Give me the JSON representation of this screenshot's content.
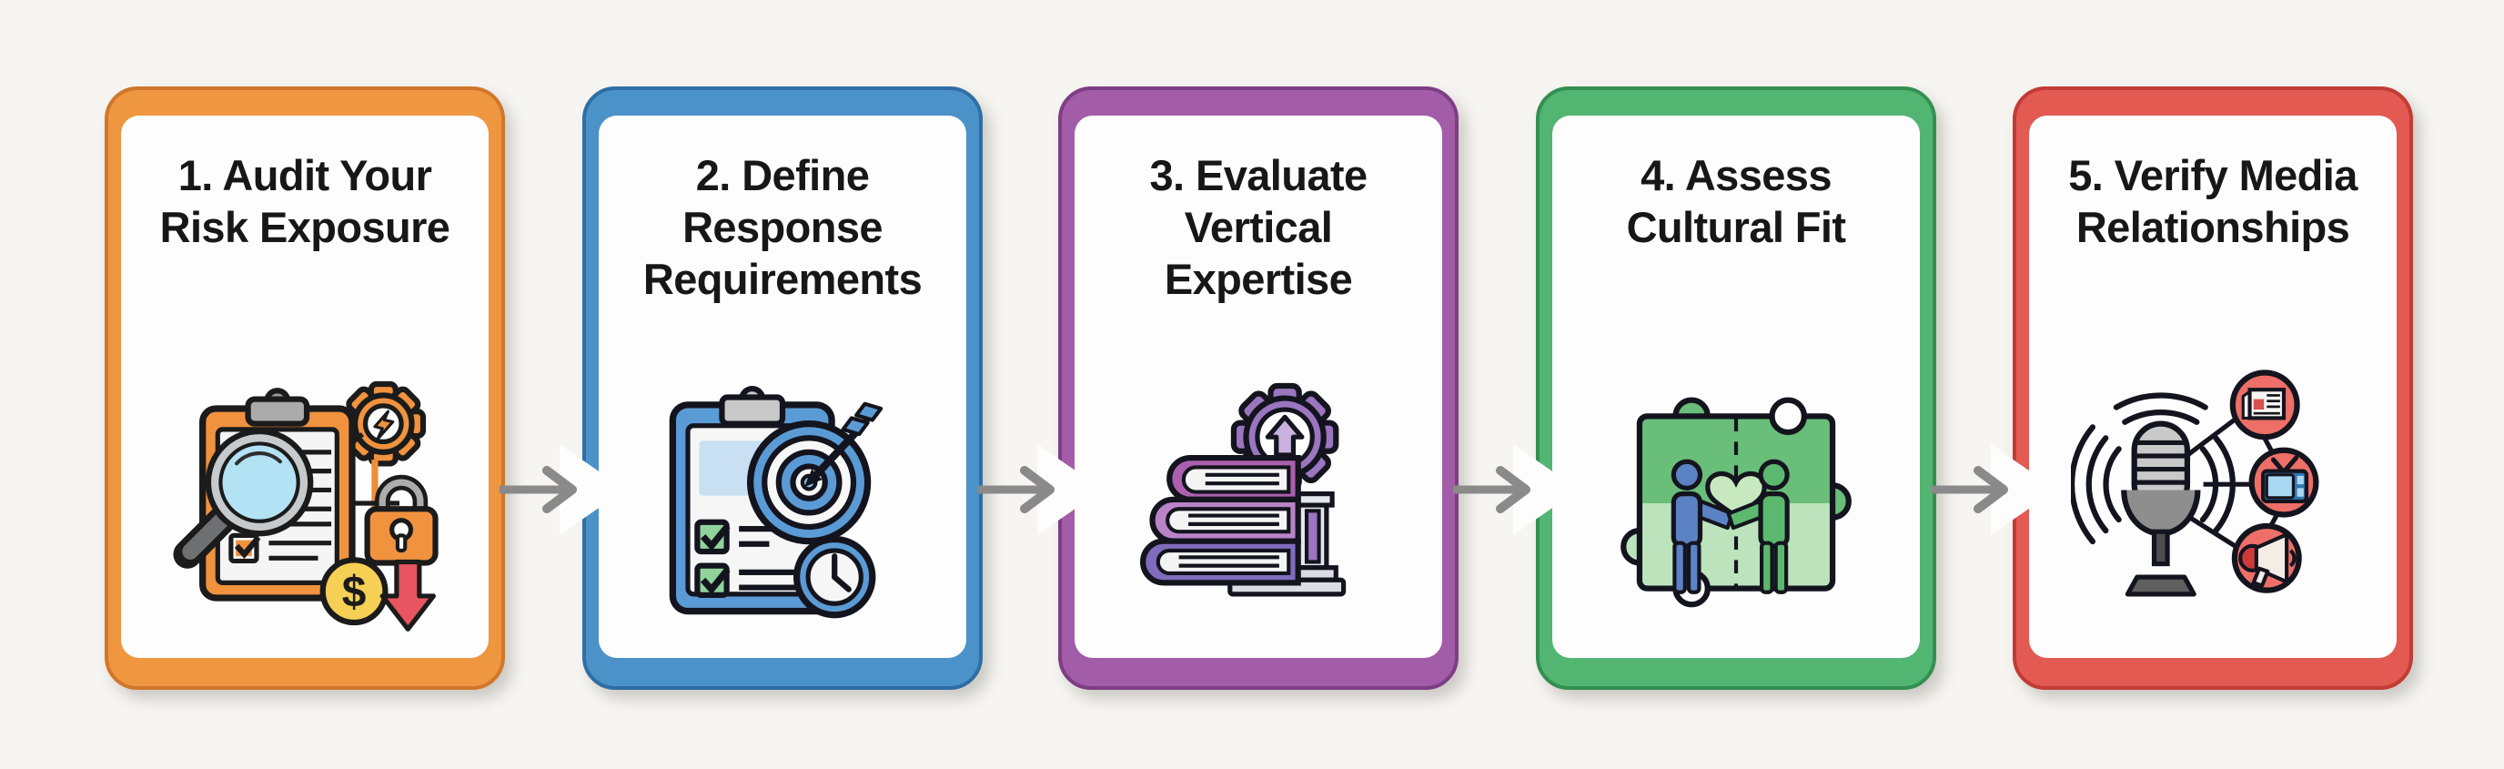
{
  "page": {
    "background_color": "#F7F5F1",
    "card_background": "#FDFDFD",
    "title_color": "#171717",
    "type": "process-flow-infographic"
  },
  "connector": {
    "arrow_color": "#8A8A8A",
    "direction": "left-to-right"
  },
  "steps": [
    {
      "number": "1",
      "title": "1. Audit Your Risk Exposure",
      "title_lines": [
        "1. Audit Your",
        "Risk Exposure"
      ],
      "accent_color": "#EF9640",
      "accent_dark_color": "#D0772B",
      "icon": "audit-risk-clipboard-magnifier-icon"
    },
    {
      "number": "2",
      "title": "2. Define Response Requirements",
      "title_lines": [
        "2. Define",
        "Response",
        "Requirements"
      ],
      "accent_color": "#4B92C8",
      "accent_dark_color": "#2E6EA6",
      "icon": "response-checklist-target-clock-icon"
    },
    {
      "number": "3",
      "title": "3. Evaluate Vertical Expertise",
      "title_lines": [
        "3. Evaluate",
        "Vertical",
        "Expertise"
      ],
      "accent_color": "#A35CA7",
      "accent_dark_color": "#7D3E84",
      "icon": "books-gear-column-icon"
    },
    {
      "number": "4",
      "title": "4. Assess Cultural Fit",
      "title_lines": [
        "4. Assess",
        "Cultural Fit"
      ],
      "accent_color": "#52B672",
      "accent_dark_color": "#338F52",
      "icon": "puzzle-handshake-heart-icon"
    },
    {
      "number": "5",
      "title": "5. Verify Media Relationships",
      "title_lines": [
        "5. Verify Media",
        "Relationships"
      ],
      "accent_color": "#E25A52",
      "accent_dark_color": "#C23B35",
      "icon": "microphone-media-network-icon"
    }
  ]
}
